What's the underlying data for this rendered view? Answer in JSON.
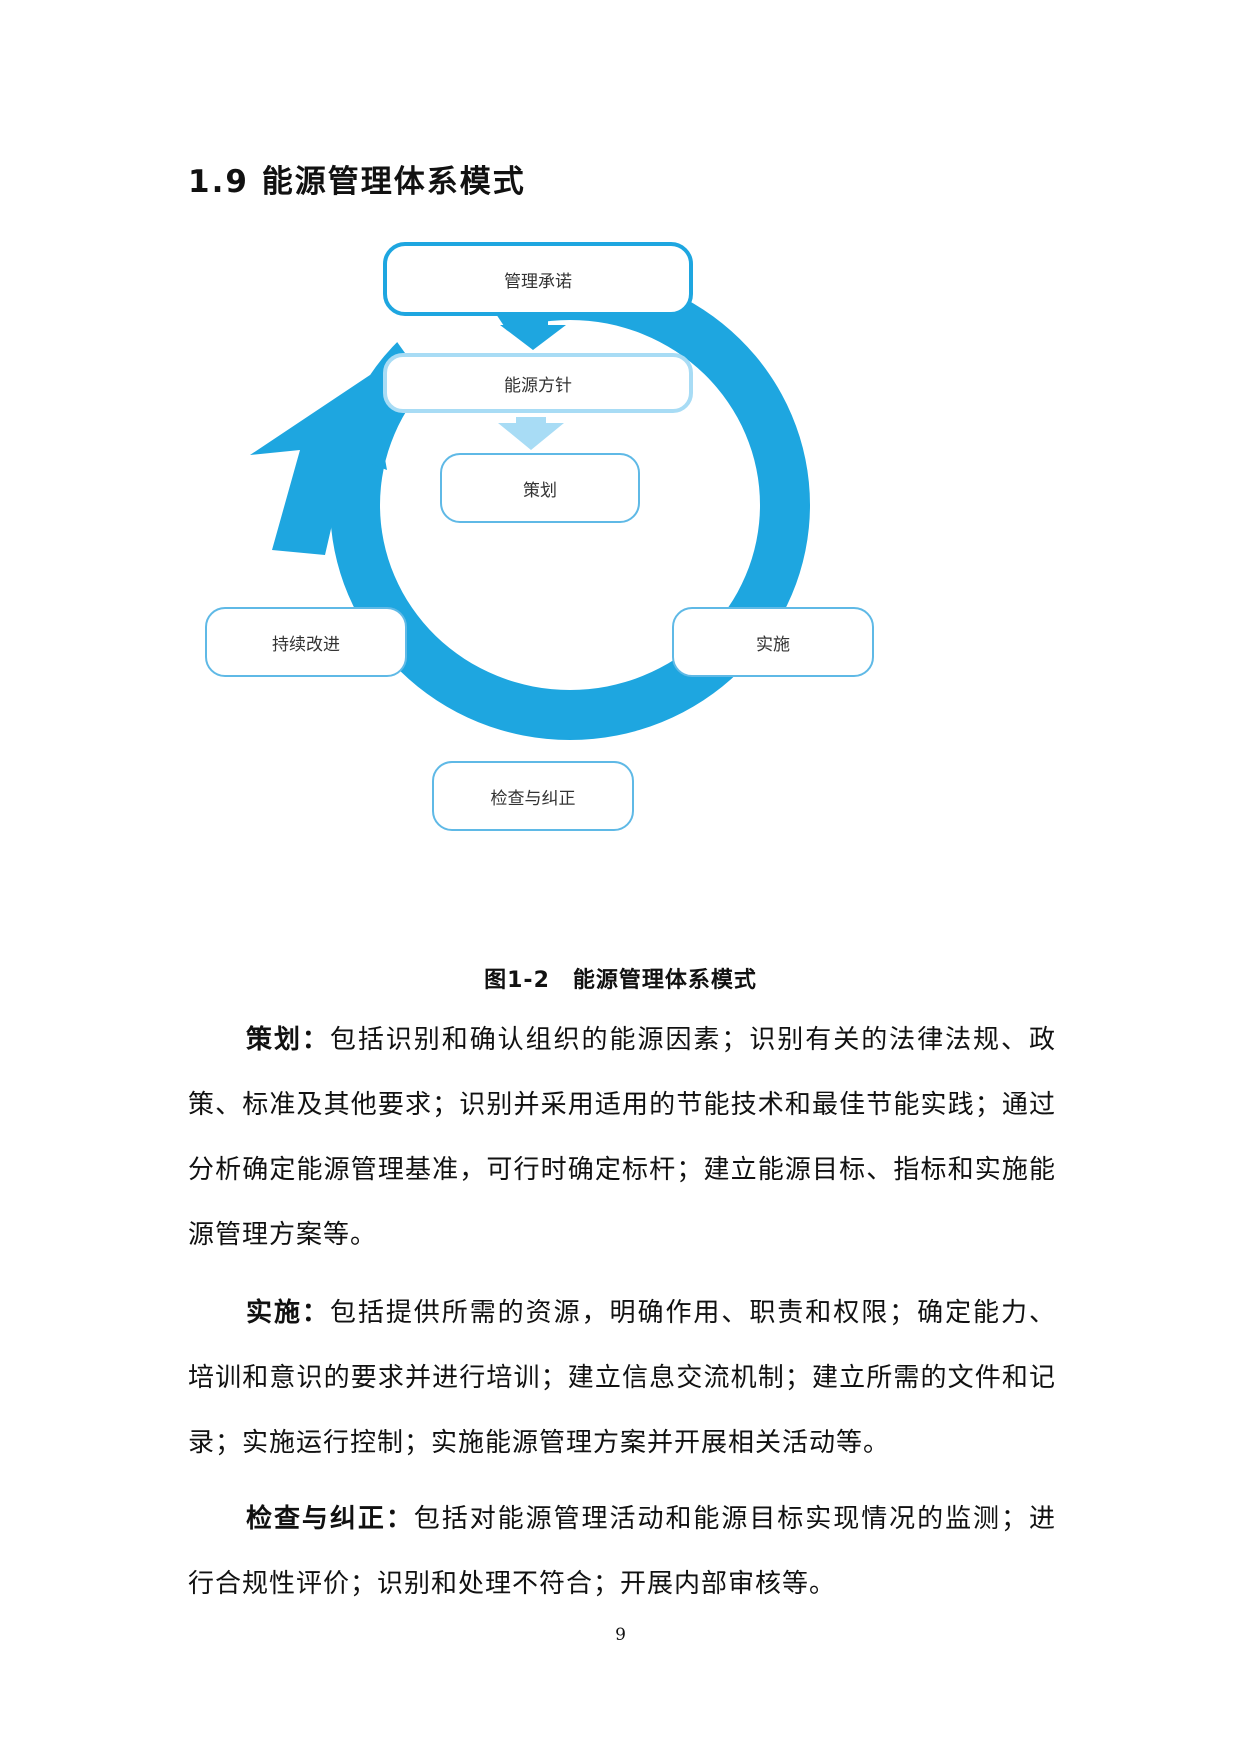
{
  "section": {
    "title": "1.9 能源管理体系模式"
  },
  "diagram": {
    "commitment": "管理承诺",
    "policy": "能源方针",
    "planning": "策划",
    "implementation": "实施",
    "checking": "检查与纠正",
    "improvement": "持续改进",
    "colors": {
      "primary": "#1ea6e0",
      "light": "#a8dcf5",
      "border": "#5fb9e6"
    }
  },
  "figure": {
    "caption": "图1-2　能源管理体系模式"
  },
  "paragraphs": [
    {
      "term": "策划：",
      "text": "包括识别和确认组织的能源因素；识别有关的法律法规、政策、标准及其他要求；识别并采用适用的节能技术和最佳节能实践；通过分析确定能源管理基准，可行时确定标杆；建立能源目标、指标和实施能源管理方案等。"
    },
    {
      "term": "实施：",
      "text": "包括提供所需的资源，明确作用、职责和权限；确定能力、培训和意识的要求并进行培训；建立信息交流机制；建立所需的文件和记录；实施运行控制；实施能源管理方案并开展相关活动等。"
    },
    {
      "term": "检查与纠正：",
      "text": "包括对能源管理活动和能源目标实现情况的监测；进行合规性评价；识别和处理不符合；开展内部审核等。"
    }
  ],
  "page": {
    "number": "9"
  }
}
